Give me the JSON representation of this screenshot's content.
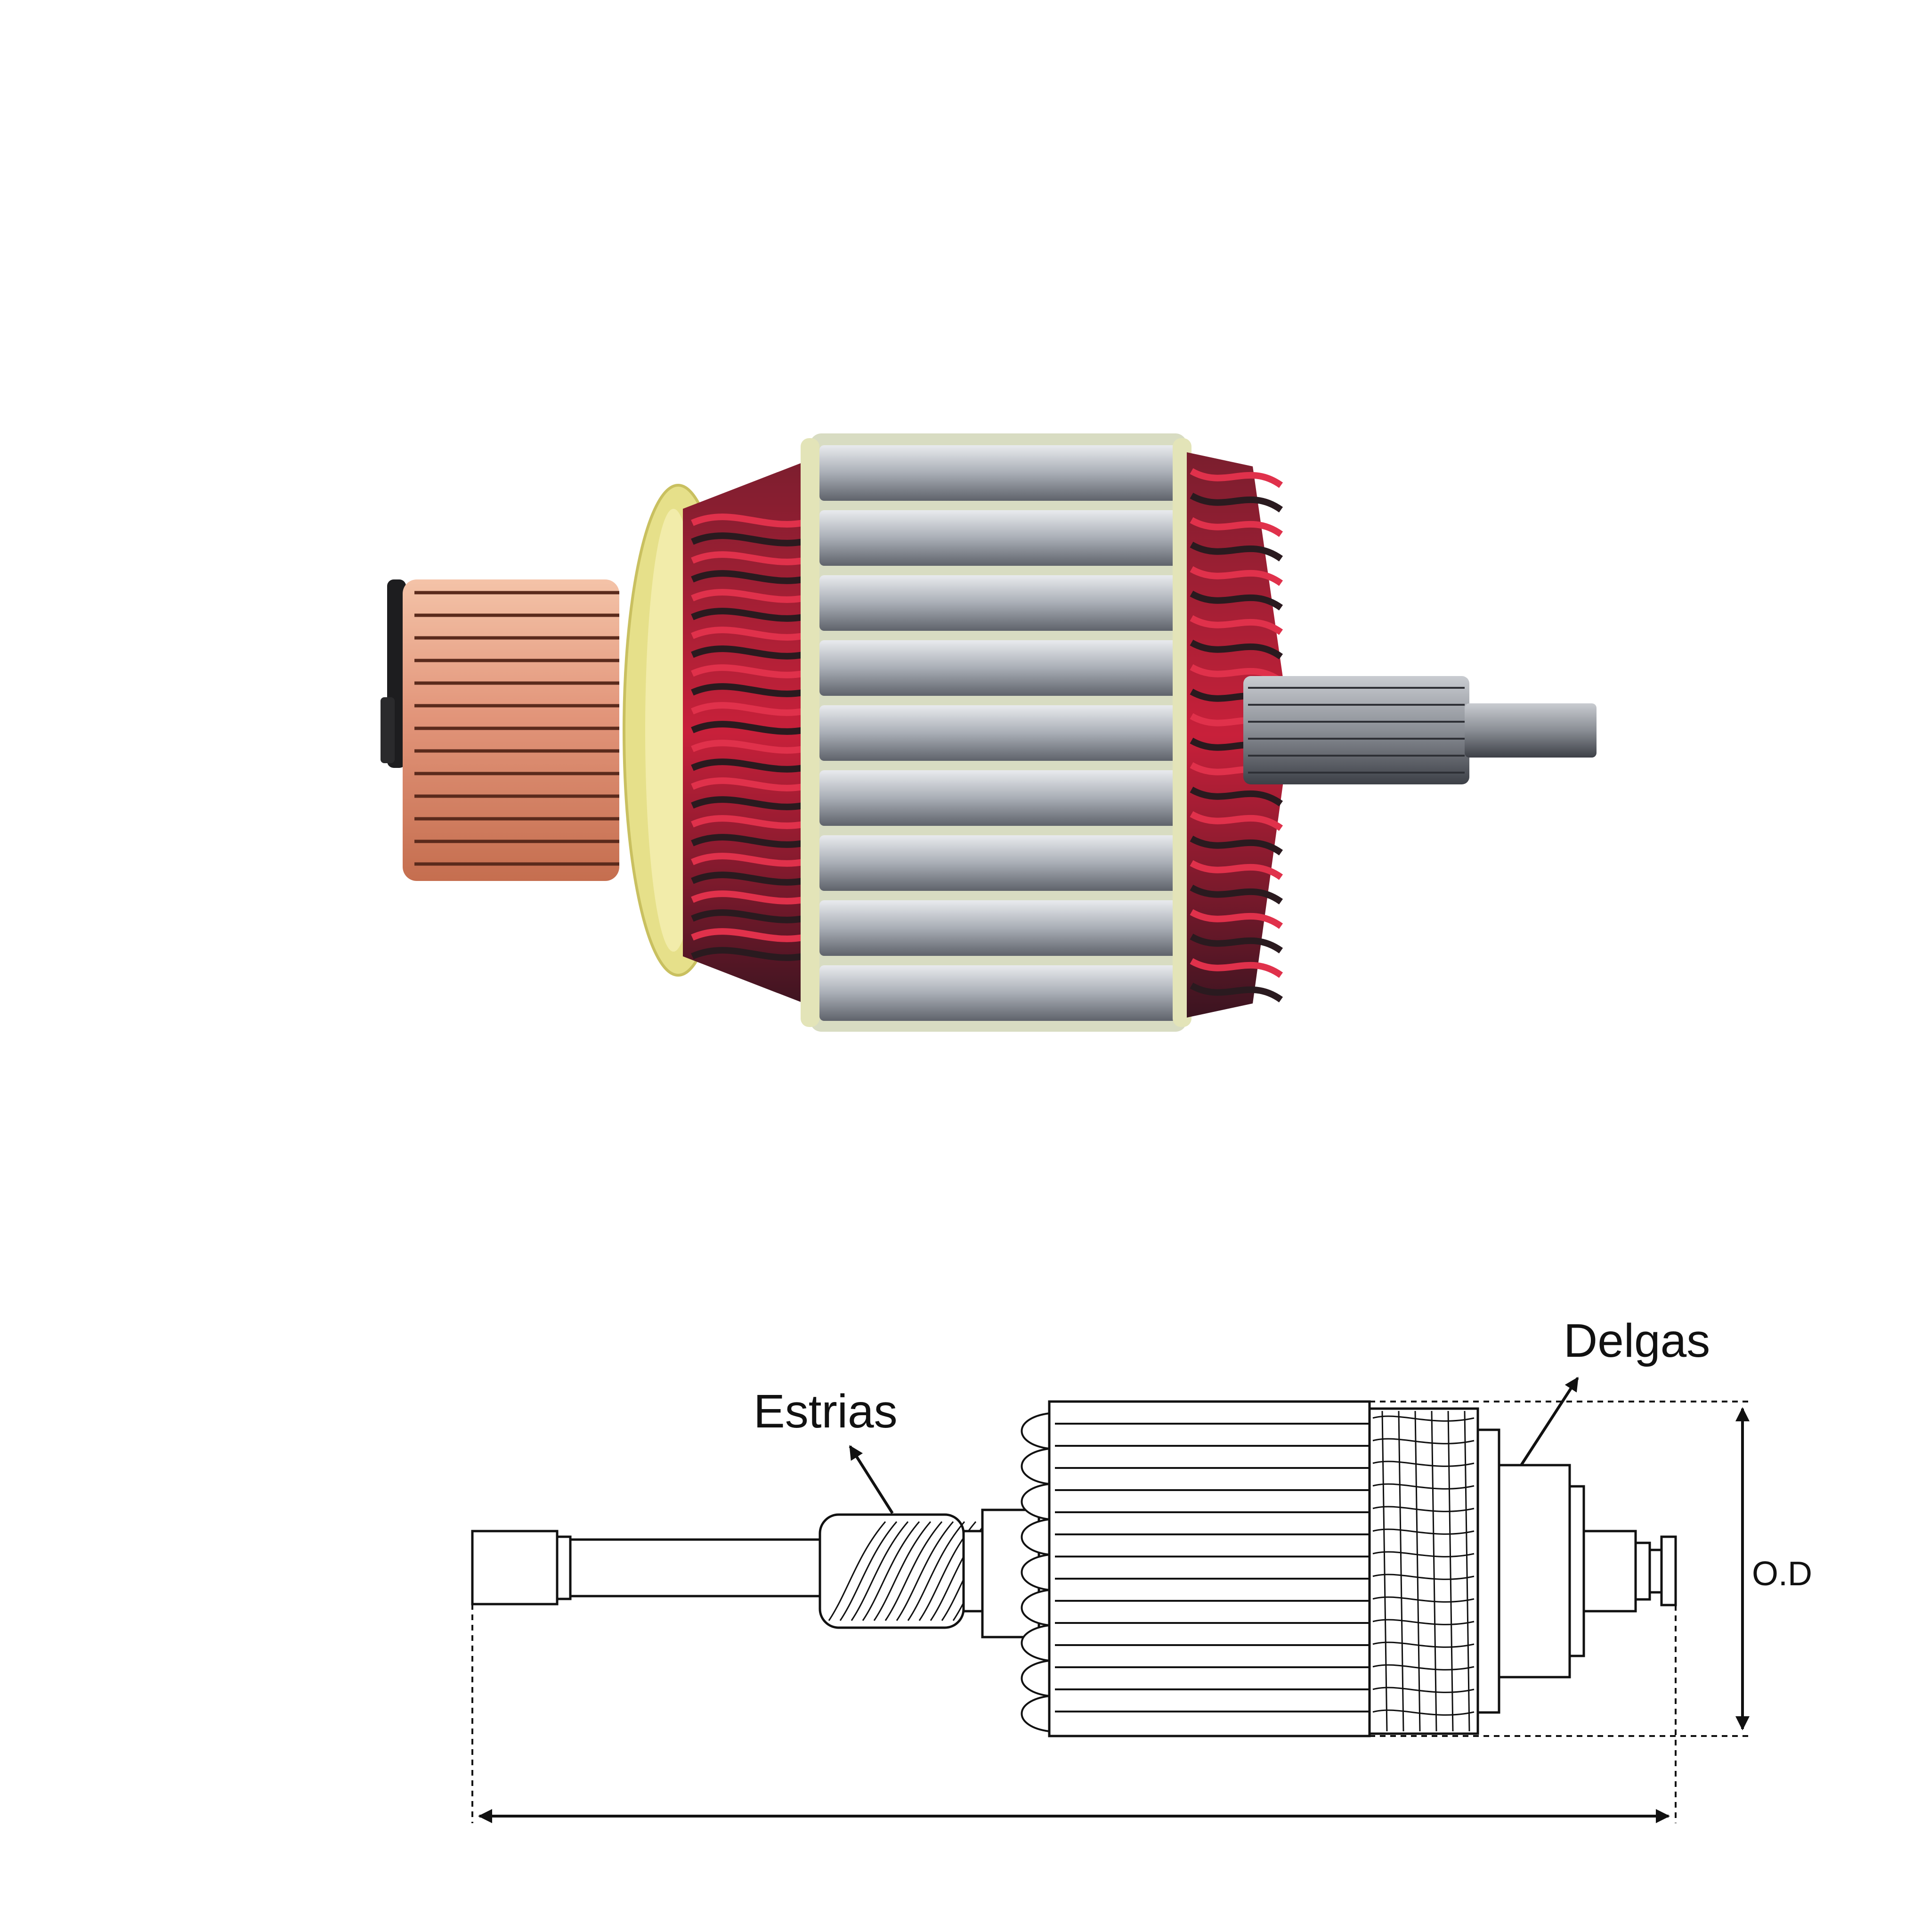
{
  "diagram": {
    "labels": {
      "delgas": "Delgas",
      "estrias": "Estrias",
      "outer_diameter": "O.D",
      "length": ""
    }
  },
  "colors": {
    "background": "#ffffff",
    "line": "#111111",
    "copper": "#d9896a",
    "winding_red": "#c8203a",
    "winding_dark": "#2a1a1f",
    "lamination": "#b9bec6",
    "insulation_yellow": "#e6e08a",
    "shaft": "#7d8086"
  }
}
